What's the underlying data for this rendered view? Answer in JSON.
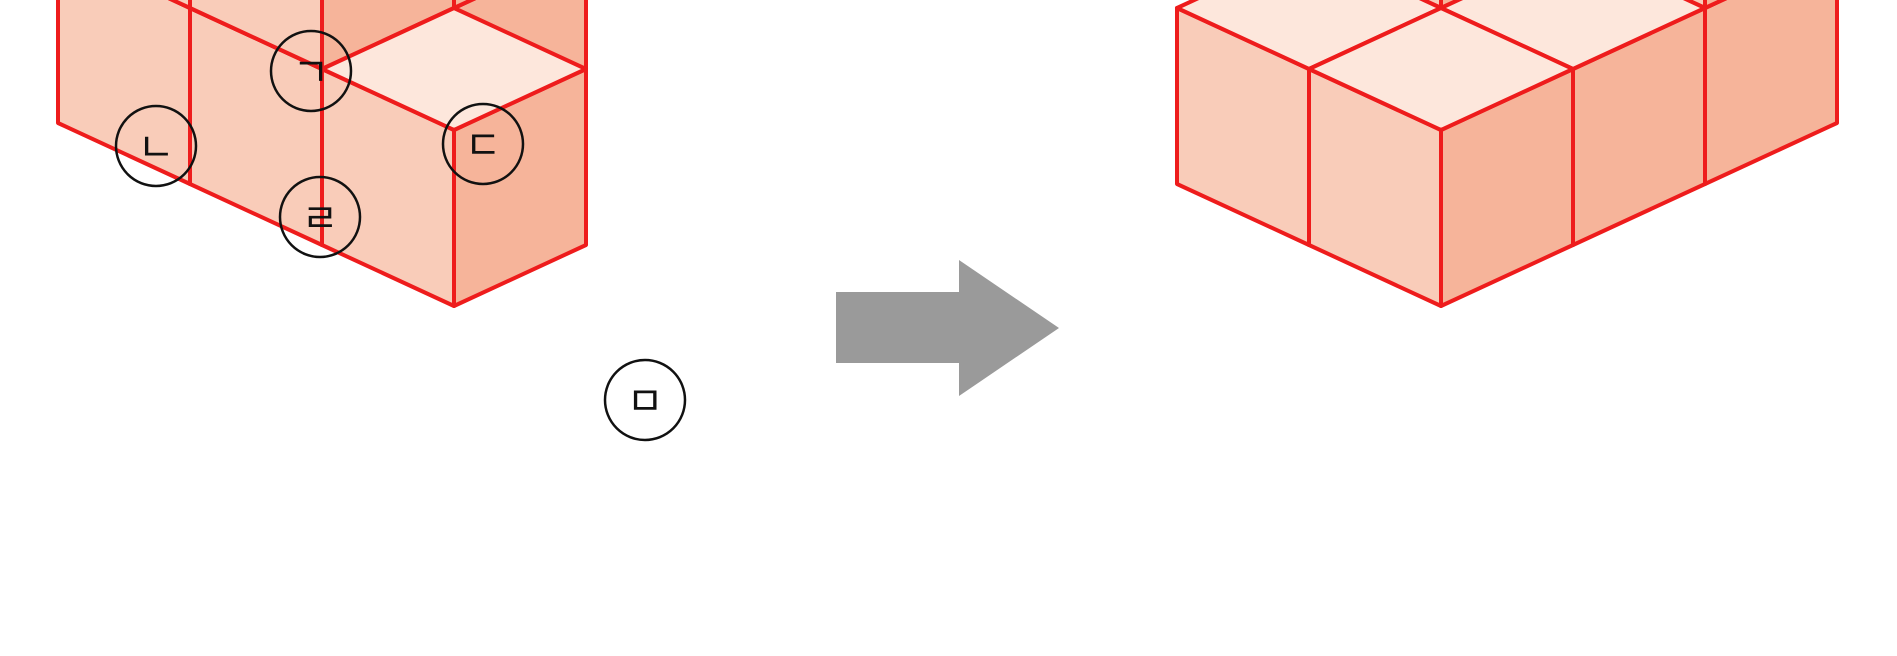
{
  "diagram": {
    "colors": {
      "edge": "#ee1c1c",
      "top_face": "#fde7dc",
      "left_face": "#f9ccb9",
      "right_face": "#f6b49a",
      "arrow": "#9a9a9a",
      "label_ink": "#111111"
    },
    "before_labels": {
      "a": "ㄱ",
      "b": "ㄴ",
      "c": "ㄷ",
      "d": "ㄹ",
      "e": "ㅁ"
    },
    "arrow_icon": "right-arrow-icon"
  }
}
